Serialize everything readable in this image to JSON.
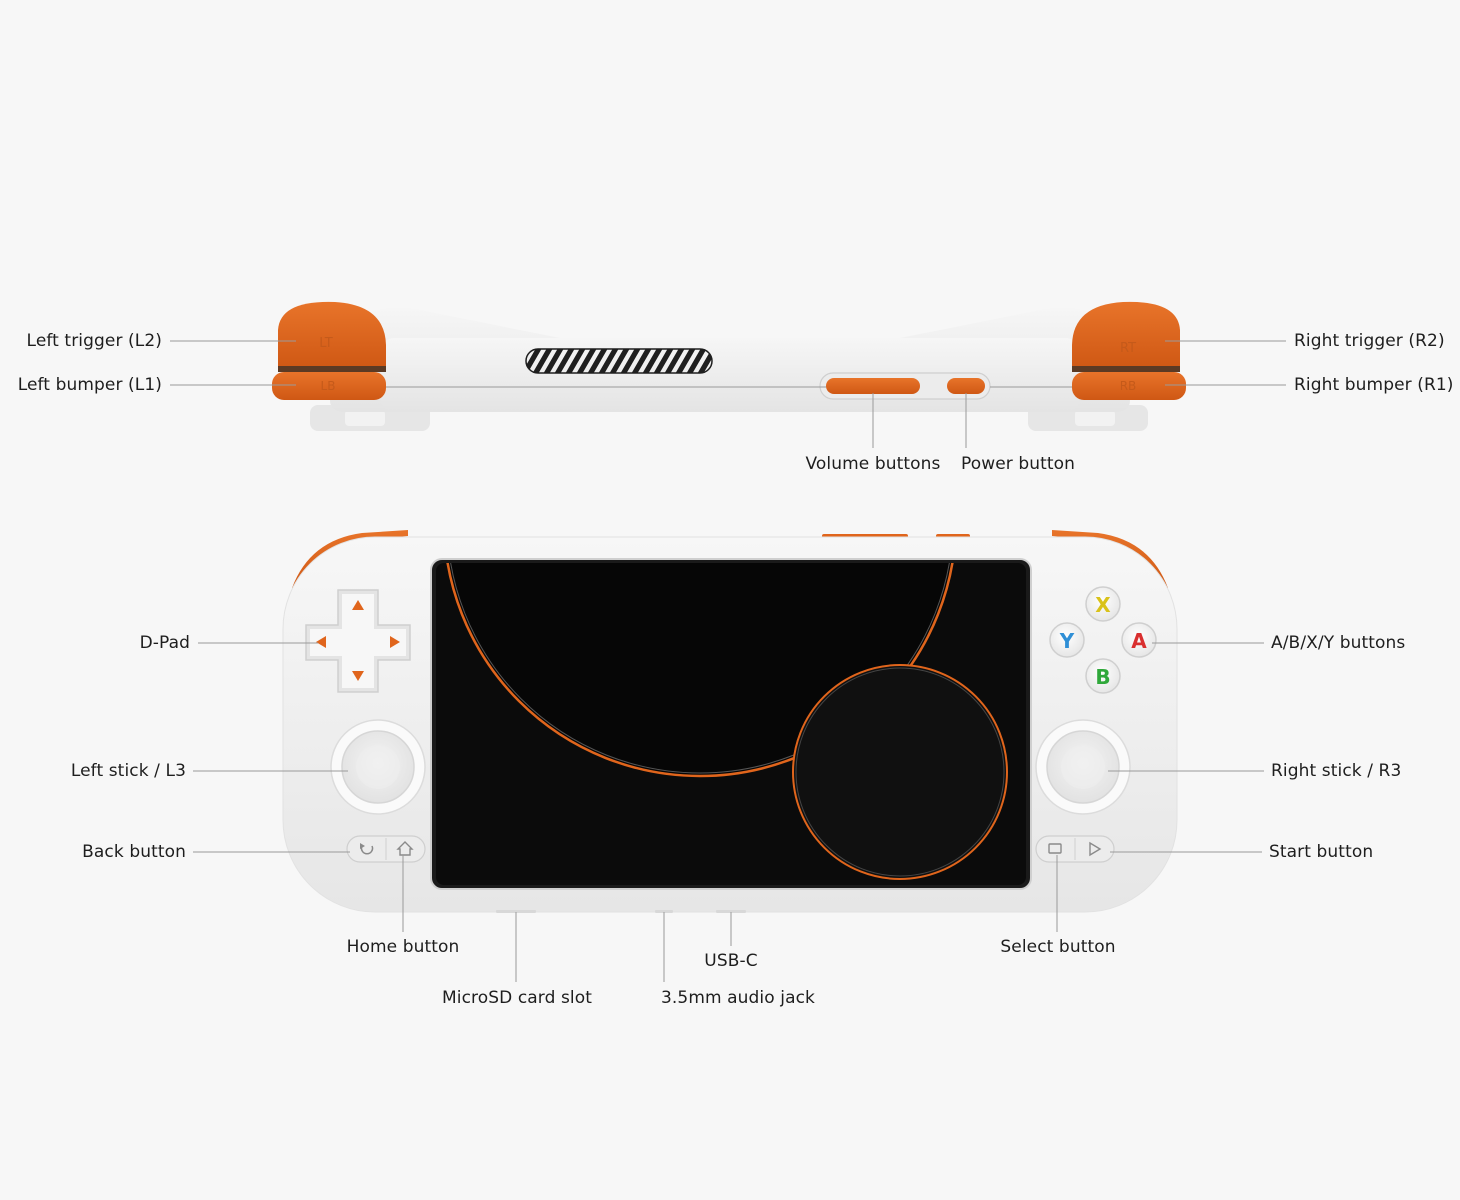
{
  "colors": {
    "background": "#f7f7f7",
    "body": "#f0f0f0",
    "accent_orange": "#e0651c",
    "screen": "#0b0b0b",
    "leader_line": "#9a9a9a",
    "label_text": "#1e1e1e",
    "button_x": "#d9c21a",
    "button_y": "#2f8fd6",
    "button_a": "#d92f2f",
    "button_b": "#2fa83a"
  },
  "top_view": {
    "trigger_left_mark": "LT",
    "trigger_right_mark": "RT",
    "bumper_left_mark": "LB",
    "bumper_right_mark": "RB"
  },
  "front_view": {
    "face_buttons": {
      "x": "X",
      "y": "Y",
      "a": "A",
      "b": "B"
    }
  },
  "labels": {
    "left_trigger": "Left trigger (L2)",
    "left_bumper": "Left bumper (L1)",
    "right_trigger": "Right trigger (R2)",
    "right_bumper": "Right bumper (R1)",
    "volume_buttons": "Volume buttons",
    "power_button": "Power button",
    "dpad": "D-Pad",
    "abxy_buttons": "A/B/X/Y buttons",
    "left_stick": "Left stick / L3",
    "right_stick": "Right stick / R3",
    "back_button": "Back button",
    "start_button": "Start button",
    "home_button": "Home button",
    "select_button": "Select button",
    "usb_c": "USB-C",
    "microsd_slot": "MicroSD card slot",
    "audio_jack": "3.5mm audio jack"
  }
}
